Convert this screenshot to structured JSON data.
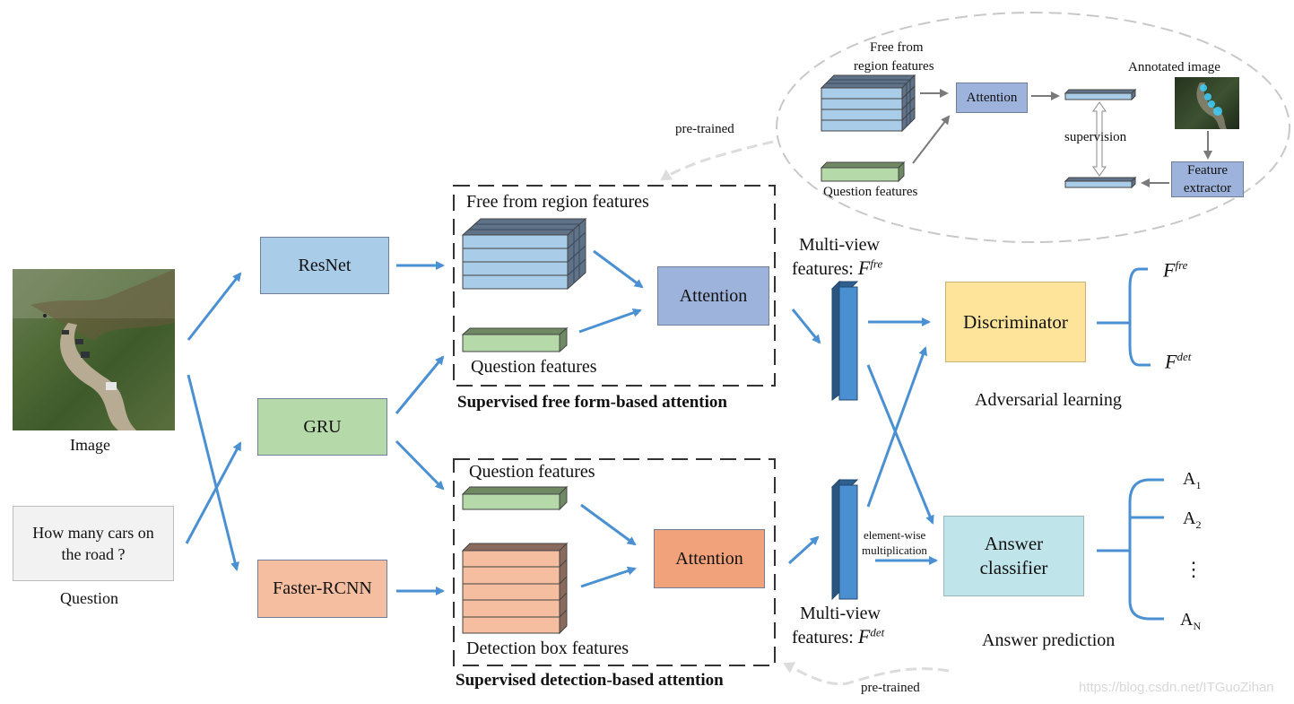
{
  "image_label": "Image",
  "question_label": "Question",
  "question_text": "How many cars on the road ?",
  "resnet": "ResNet",
  "gru": "GRU",
  "faster_rcnn": "Faster-RCNN",
  "top_branch": {
    "region_features": "Free from region features",
    "question_features": "Question features",
    "attention": "Attention",
    "caption": "Supervised free form-based attention"
  },
  "bottom_branch": {
    "question_features": "Question features",
    "detection_features": "Detection box features",
    "attention": "Attention",
    "caption": "Supervised detection-based attention"
  },
  "pretrain_inset": {
    "region_features_line1": "Free from",
    "region_features_line2": "region features",
    "attention": "Attention",
    "question_features": "Question features",
    "supervision": "supervision",
    "annotated_image": "Annotated image",
    "feature_extractor_line1": "Feature",
    "feature_extractor_line2": "extractor"
  },
  "pretrained_top": "pre-trained",
  "pretrained_bottom": "pre-trained",
  "multiview_top_line1": "Multi-view",
  "multiview_top_line2": "features:",
  "multiview_top_symbol": "F",
  "multiview_top_sup": "fre",
  "multiview_bottom_line1": "Multi-view",
  "multiview_bottom_line2": "features:",
  "multiview_bottom_symbol": "F",
  "multiview_bottom_sup": "det",
  "discriminator": "Discriminator",
  "adversarial_learning": "Adversarial learning",
  "output_fre_symbol": "F",
  "output_fre_sup": "fre",
  "output_det_symbol": "F",
  "output_det_sup": "det",
  "elementwise_line1": "element-wise",
  "elementwise_line2": "multiplication",
  "answer_classifier_line1": "Answer",
  "answer_classifier_line2": "classifier",
  "answer_prediction": "Answer prediction",
  "answers": {
    "a1": "A",
    "a1_sub": "1",
    "a2": "A",
    "a2_sub": "2",
    "dots": "⋮",
    "an": "A",
    "an_sub": "N"
  },
  "watermark": "https://blog.csdn.net/ITGuoZihan",
  "colors": {
    "arrow": "#4a90d2",
    "resnet_fill": "#a9cce9",
    "gru_fill": "#b5d9a8",
    "rcnn_fill": "#f5bea0",
    "attention_blue": "#9db3dc",
    "attention_orange": "#f2a27b",
    "discriminator_fill": "#fde49a",
    "classifier_fill": "#bfe4e9",
    "vector_fill": "#4a8fd0"
  }
}
